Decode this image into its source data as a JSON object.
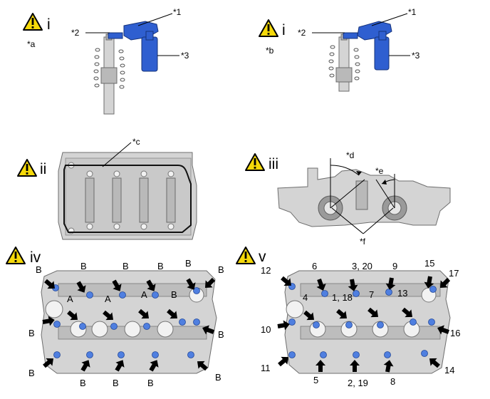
{
  "warning": {
    "glyph": "!"
  },
  "panel_i_a": {
    "roman": "i",
    "tag": "*a",
    "c1": "*1",
    "c2": "*2",
    "c3": "*3"
  },
  "panel_i_b": {
    "roman": "i",
    "tag": "*b",
    "c1": "*1",
    "c2": "*2",
    "c3": "*3"
  },
  "panel_ii": {
    "roman": "ii",
    "callout": "*c"
  },
  "panel_iii": {
    "roman": "iii",
    "d": "*d",
    "e": "*e",
    "f": "*f"
  },
  "panel_iv": {
    "roman": "iv",
    "bolt_letter": "B",
    "a_letter": "A"
  },
  "panel_v": {
    "roman": "v",
    "top": [
      "12",
      "6",
      "3, 20",
      "9",
      "15",
      "17"
    ],
    "inner": [
      "4",
      "1, 18",
      "7",
      "13"
    ],
    "side_left": [
      "10",
      "11"
    ],
    "side_right": [
      "16",
      "14"
    ],
    "bottom": [
      "5",
      "2, 19",
      "8"
    ]
  },
  "colors": {
    "part_blue": "#2f5fd0",
    "bolt_blue": "#4f7fe0",
    "warning_yellow": "#f5d90a"
  }
}
